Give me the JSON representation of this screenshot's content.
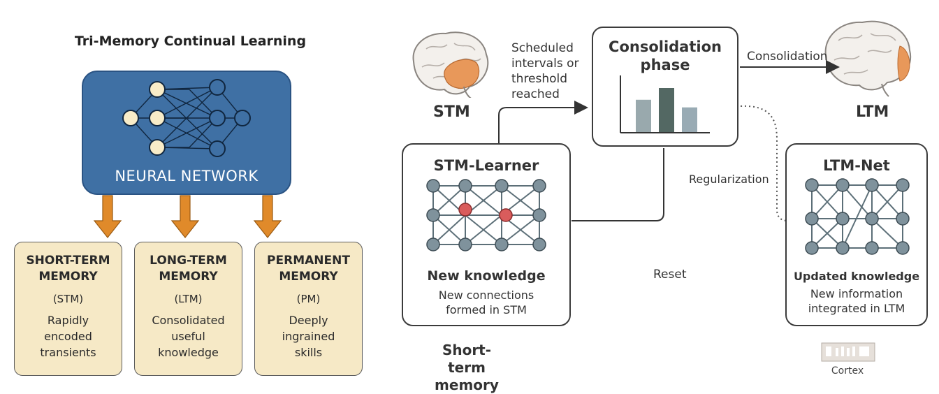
{
  "left": {
    "title": "Tri-Memory Continual Learning",
    "network_label": "NEURAL NETWORK",
    "memories": [
      {
        "name_line1": "SHORT-TERM",
        "name_line2": "MEMORY",
        "abbr": "(STM)",
        "desc_line1": "Rapidly",
        "desc_line2": "encoded",
        "desc_line3": "transients"
      },
      {
        "name_line1": "LONG-TERM",
        "name_line2": "MEMORY",
        "abbr": "(LTM)",
        "desc_line1": "Consolidated",
        "desc_line2": "useful",
        "desc_line3": "knowledge"
      },
      {
        "name_line1": "PERMANENT",
        "name_line2": "MEMORY",
        "abbr": "(PM)",
        "desc_line1": "Deeply",
        "desc_line2": "ingrained",
        "desc_line3": "skills"
      }
    ]
  },
  "right": {
    "stm_label": "STM",
    "ltm_label": "LTM",
    "trigger_line1": "Scheduled",
    "trigger_line2": "intervals or",
    "trigger_line3": "threshold",
    "trigger_line4": "reached",
    "consolidation_title_line1": "Consolidation",
    "consolidation_title_line2": "phase",
    "consolidation_arrow_label": "Consolidation",
    "regularization_label": "Regularization",
    "reset_label": "Reset",
    "stm_learner": {
      "title": "STM-Learner",
      "subtitle": "New knowledge",
      "desc_line1": "New connections",
      "desc_line2": "formed in STM"
    },
    "ltm_net": {
      "title": "LTM-Net",
      "subtitle": "Updated knowledge",
      "desc_line1": "New information",
      "desc_line2": "integrated in LTM"
    },
    "footer_left_line1": "Short-term",
    "footer_left_line2": "memory",
    "cortex_label": "Cortex"
  },
  "colors": {
    "network_blue": "#3f70a4",
    "memory_fill": "#f6e9c6",
    "arrow_orange": "#e08a2a",
    "node_gray": "#7f929c",
    "highlight_red": "#d95c5c",
    "brain_orange": "#e8985a"
  },
  "chart": {
    "values": [
      0.55,
      0.75,
      0.42
    ]
  }
}
